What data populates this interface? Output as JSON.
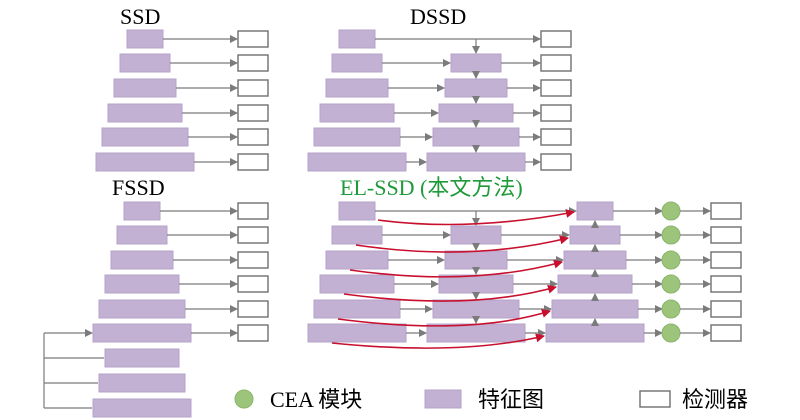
{
  "diagram": {
    "ssd_title": "SSD",
    "dssd_title": "DSSD",
    "fssd_title": "FSSD",
    "elssd_title": "EL-SSD (本文方法)",
    "legend": {
      "cea_label": "CEA 模块",
      "feature_label": "特征图",
      "detector_label": "检测器"
    }
  },
  "colors": {
    "feature_map": "#c3b1d3",
    "detector_border": "#6f6f6f",
    "arrow_gray": "#7b7b7b",
    "arrow_red": "#c8102e",
    "cea_module": "#9cc47a",
    "highlight_title": "#1f9a3a"
  }
}
